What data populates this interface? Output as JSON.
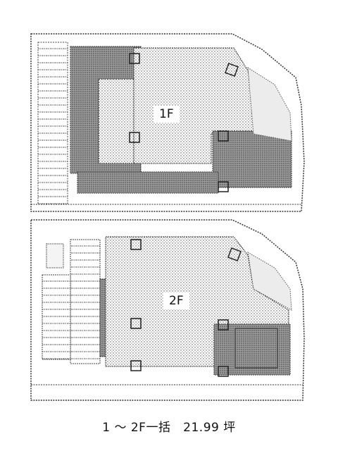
{
  "floors": [
    {
      "id": "1F",
      "label": "1F"
    },
    {
      "id": "2F",
      "label": "2F"
    }
  ],
  "caption": {
    "range": "1 ～ 2F一括",
    "area": "21.99 坪"
  },
  "colors": {
    "line": "#333333",
    "dark_hatch": "#8a8a8a",
    "light_stipple": "#d4d4d4",
    "background": "#ffffff"
  }
}
